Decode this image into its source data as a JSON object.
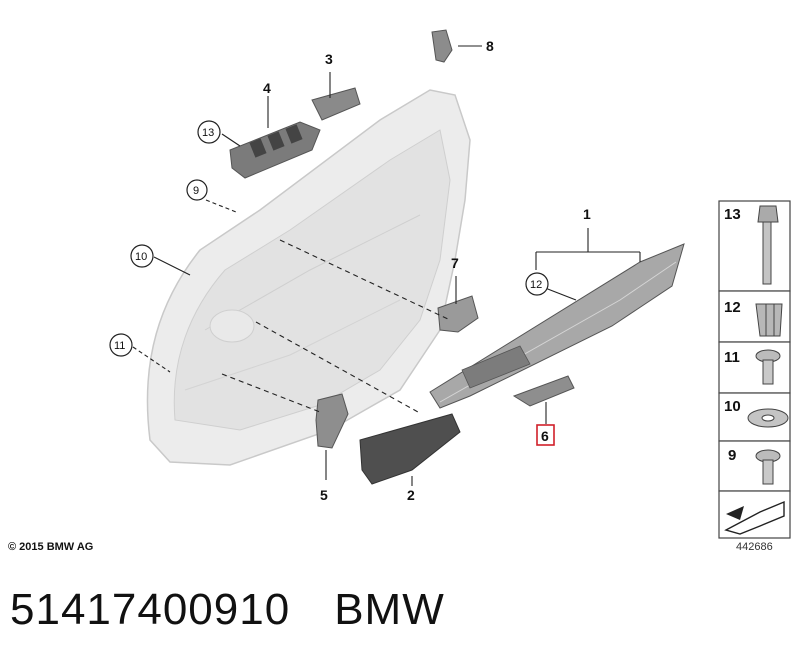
{
  "callouts": {
    "c1": "1",
    "c2": "2",
    "c3": "3",
    "c4": "4",
    "c5": "5",
    "c6": "6",
    "c7": "7",
    "c8": "8",
    "c9": "9",
    "c10": "10",
    "c11": "11",
    "c12": "12",
    "c13": "13"
  },
  "side_panel": [
    "13",
    "12",
    "11",
    "10",
    "9"
  ],
  "copyright": "© 2015 BMW AG",
  "diagram_id": "442686",
  "part_number": "51417400910",
  "brand": "BMW",
  "colors": {
    "highlight": "#d0202a",
    "part_grey": "#9a9a9a",
    "panel_fill": "#ececec"
  }
}
